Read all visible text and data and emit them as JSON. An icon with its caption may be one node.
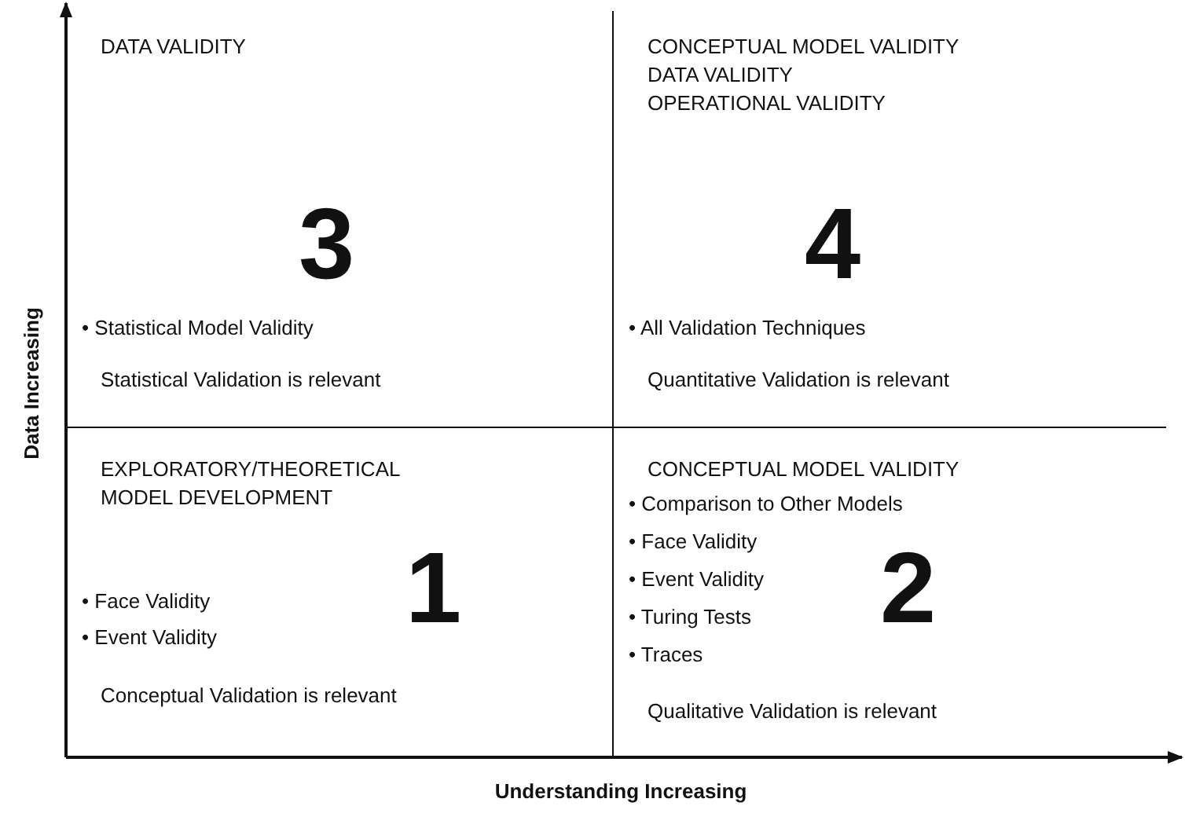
{
  "diagram": {
    "nodes": [
      {
        "text": [
          "DATA VALIDITY",
          "3",
          "• Statistical Model Validity",
          "Statistical Validation is relevant"
        ]
      },
      {
        "text": [
          "CONCEPTUAL MODEL VALIDITY",
          "DATA VALIDITY",
          "OPERATIONAL VALIDITY",
          "4",
          "• All Validation Techniques",
          "Quantitative Validation is relevant"
        ]
      },
      {
        "text": [
          "EXPLORATORY/THEORETICAL MODEL DEVELOPMENT",
          "• Face Validity",
          "• Event Validity",
          "1",
          "Conceptual Validation is relevant"
        ]
      },
      {
        "text": [
          "CONCEPTUAL MODEL VALIDITY",
          "• Comparison to Other Models",
          "• Face Validity",
          "• Event Validity",
          "• Turing Tests",
          "• Traces",
          "2",
          "Qualitative Validation is relevant"
        ]
      }
    ],
    "labels": [
      "Data Increasing",
      "Understanding Increasing"
    ]
  }
}
